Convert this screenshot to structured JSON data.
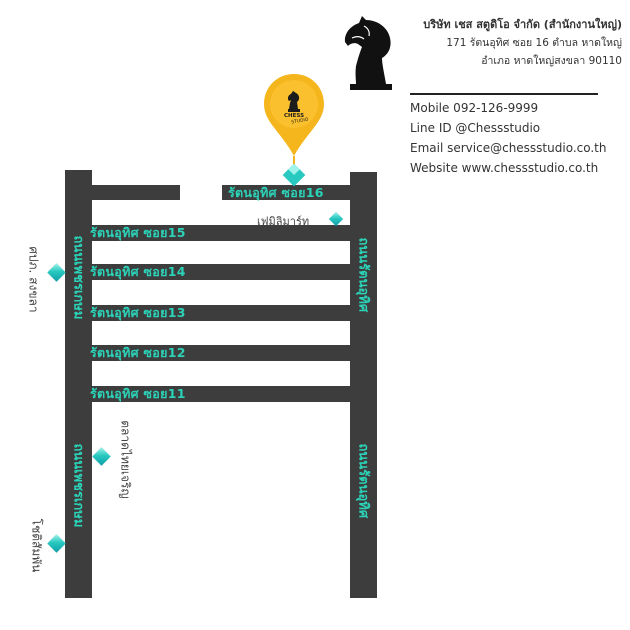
{
  "company": {
    "name": "บริษัท เชส สตูดิโอ จำกัด (สำนักงานใหญ่)",
    "address1": "171 รัตนอุทิศ ซอย 16 ตำบล หาดใหญ่",
    "address2": "อำเภอ หาดใหญ่สงขลา 90110"
  },
  "contact": {
    "mobile": "Mobile 092-126-9999",
    "line": "Line ID @Chessstudio",
    "email": "Email service@chessstudio.co.th",
    "website": "Website www.chessstudio.co.th"
  },
  "pin": {
    "line1": "CHESS",
    "line2": "STUDIO"
  },
  "roads": {
    "soi16": "รัตนอุทิศ ซอย16",
    "soi15": "รัตนอุทิศ ซอย15",
    "soi14": "รัตนอุทิศ ซอย14",
    "soi13": "รัตนอุทิศ ซอย13",
    "soi12": "รัตนอุทิศ ซอย12",
    "soi11": "รัตนอุทิศ ซอย11",
    "left_main": "ถนนเพชรเกษม",
    "right_main": "ถนนรัตนอุทิศ"
  },
  "landmarks": {
    "familymart": "เฟมิลิมาร์ท",
    "post_office": "ศปภ. สงขลา",
    "market": "ตลาดไทยเจริญ",
    "school": "โชติสัมพัน"
  },
  "colors": {
    "road": "#3d3d3d",
    "label": "#2bd3b8",
    "pin": "#f5b51c",
    "diamond": "#27c9c0"
  }
}
